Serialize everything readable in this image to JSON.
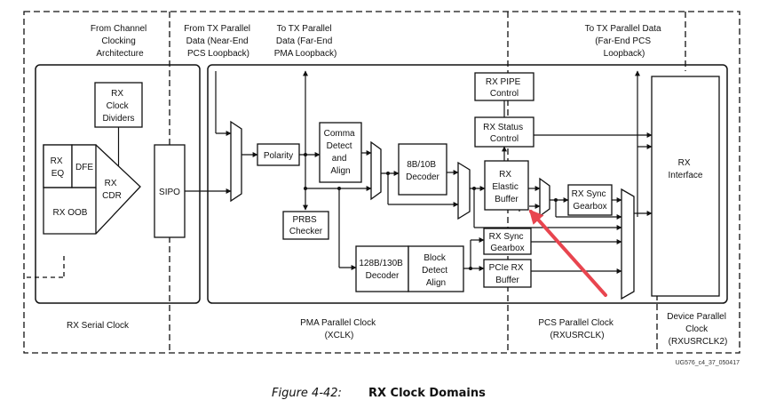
{
  "colors": {
    "ink": "#111111",
    "arrow": "#e8454f",
    "background": "#ffffff"
  },
  "labels": {
    "from_channel": [
      "From Channel",
      "Clocking",
      "Architecture"
    ],
    "from_tx": [
      "From TX Parallel",
      "Data (Near-End",
      "PCS Loopback)"
    ],
    "to_tx_pma": [
      "To TX Parallel",
      "Data (Far-End",
      "PMA Loopback)"
    ],
    "to_tx_pcs": [
      "To TX Parallel Data",
      "(Far-End PCS",
      "Loopback)"
    ]
  },
  "blocks": {
    "rx_clock_dividers": [
      "RX",
      "Clock",
      "Dividers"
    ],
    "rx_eq": [
      "RX",
      "EQ"
    ],
    "dfe": [
      "DFE"
    ],
    "rx_cdr": [
      "RX",
      "CDR"
    ],
    "rx_oob": [
      "RX OOB"
    ],
    "sipo": [
      "SIPO"
    ],
    "polarity": [
      "Polarity"
    ],
    "prbs_checker": [
      "PRBS",
      "Checker"
    ],
    "comma_detect": [
      "Comma",
      "Detect",
      "and",
      "Align"
    ],
    "decoder_8b10b": [
      "8B/10B",
      "Decoder"
    ],
    "decoder_128b": [
      "128B/130B",
      "Decoder"
    ],
    "block_detect": [
      "Block",
      "Detect",
      "Align"
    ],
    "rx_pipe_control": [
      "RX PIPE",
      "Control"
    ],
    "rx_status_control": [
      "RX Status",
      "Control"
    ],
    "rx_elastic_buffer": [
      "RX",
      "Elastic",
      "Buffer"
    ],
    "rx_sync_gearbox_left": [
      "RX Sync",
      "Gearbox"
    ],
    "pcie_rx_buffer": [
      "PCIe RX",
      "Buffer"
    ],
    "rx_sync_gearbox_right": [
      "RX Sync",
      "Gearbox"
    ],
    "rx_interface": [
      "RX",
      "Interface"
    ]
  },
  "domains": {
    "rx_serial_clock": [
      "RX Serial Clock"
    ],
    "pma_parallel_clock": [
      "PMA Parallel Clock",
      "(XCLK)"
    ],
    "pcs_parallel_clock": [
      "PCS Parallel Clock",
      "(RXUSRCLK)"
    ],
    "device_parallel_clock": [
      "Device Parallel",
      "Clock",
      "(RXUSRCLK2)"
    ]
  },
  "figure_id": "UG576_c4_37_050417",
  "caption": {
    "number": "Figure 4-42:",
    "title": "RX Clock Domains"
  }
}
